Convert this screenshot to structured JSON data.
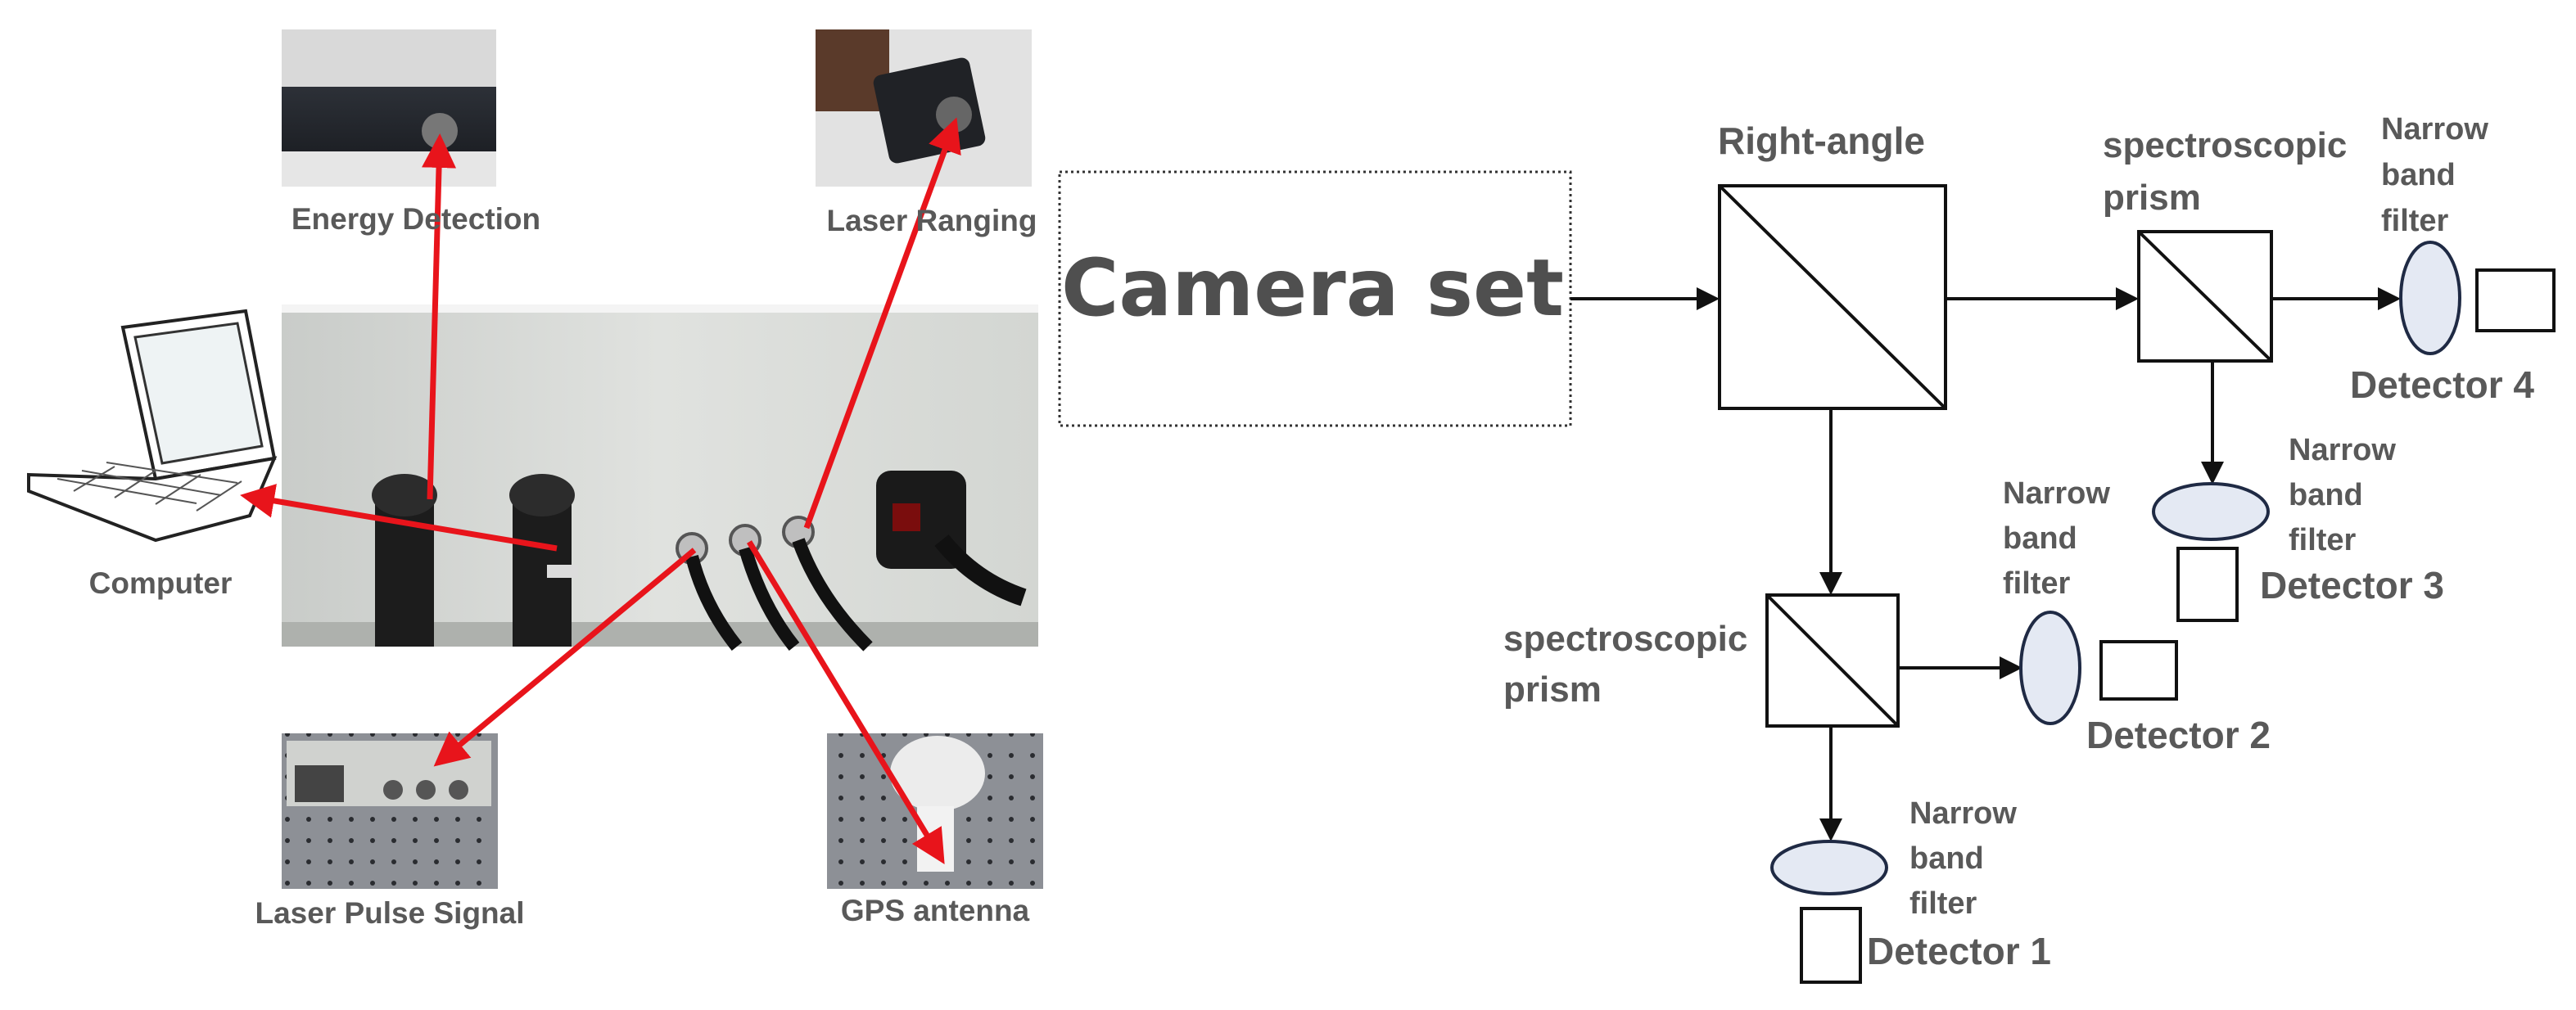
{
  "left_panel": {
    "labels": {
      "energy_detection": "Energy Detection",
      "laser_ranging": "Laser Ranging",
      "computer": "Computer",
      "laser_pulse_signal": "Laser Pulse Signal",
      "gps_antenna": "GPS antenna"
    },
    "arrow_color": "#e8141b"
  },
  "right_panel": {
    "camera_set": "Camera set",
    "right_angle": "Right-angle",
    "prism_top": [
      "spectroscopic",
      "prism"
    ],
    "prism_bottom": [
      "spectroscopic",
      "prism"
    ],
    "filter_lines": [
      "Narrow",
      "band",
      "filter"
    ],
    "detectors": {
      "d1": "Detector 1",
      "d2": "Detector 2",
      "d3": "Detector 3",
      "d4": "Detector 4"
    },
    "filter_fill": "#e4e9f3"
  }
}
